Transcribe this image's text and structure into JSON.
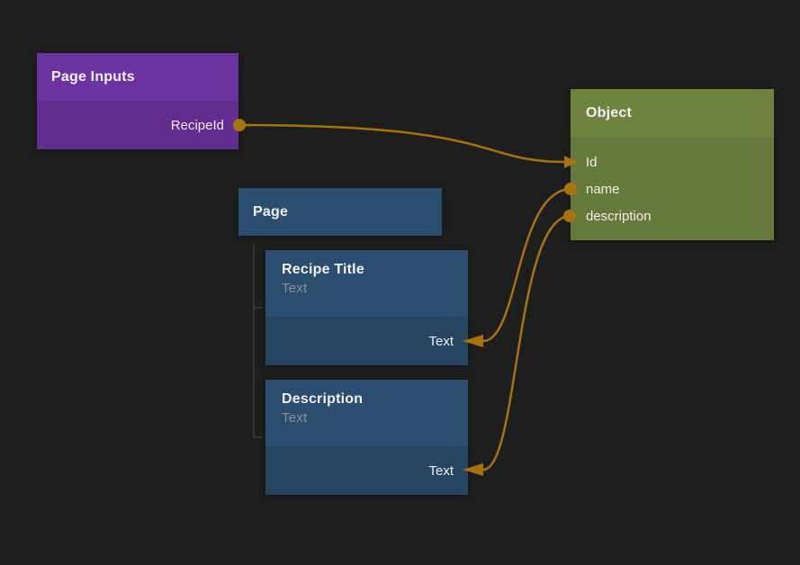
{
  "canvas": {
    "background": "#1e1e1e"
  },
  "palette": {
    "purple_header": "#6c34a0",
    "purple_body": "#612d8f",
    "blue_header": "#2b4d6e",
    "blue_body": "#254561",
    "green_header": "#70823f",
    "green_body": "#66783a",
    "wire": "#a8720c",
    "tree_guide": "#3d3d3d",
    "title_text": "#f1f1f1",
    "muted_text": "#8b929c"
  },
  "nodes": {
    "page_inputs": {
      "title": "Page Inputs",
      "output_label": "RecipeId"
    },
    "page": {
      "title": "Page"
    },
    "recipe_title": {
      "title": "Recipe Title",
      "subtitle": "Text",
      "input_label": "Text"
    },
    "description": {
      "title": "Description",
      "subtitle": "Text",
      "input_label": "Text"
    },
    "object": {
      "title": "Object",
      "fields": [
        "Id",
        "name",
        "description"
      ]
    }
  },
  "connections": [
    {
      "from": "Page Inputs.RecipeId",
      "to": "Object.Id"
    },
    {
      "from": "Object.name",
      "to": "Recipe Title.Text"
    },
    {
      "from": "Object.description",
      "to": "Description.Text"
    }
  ]
}
